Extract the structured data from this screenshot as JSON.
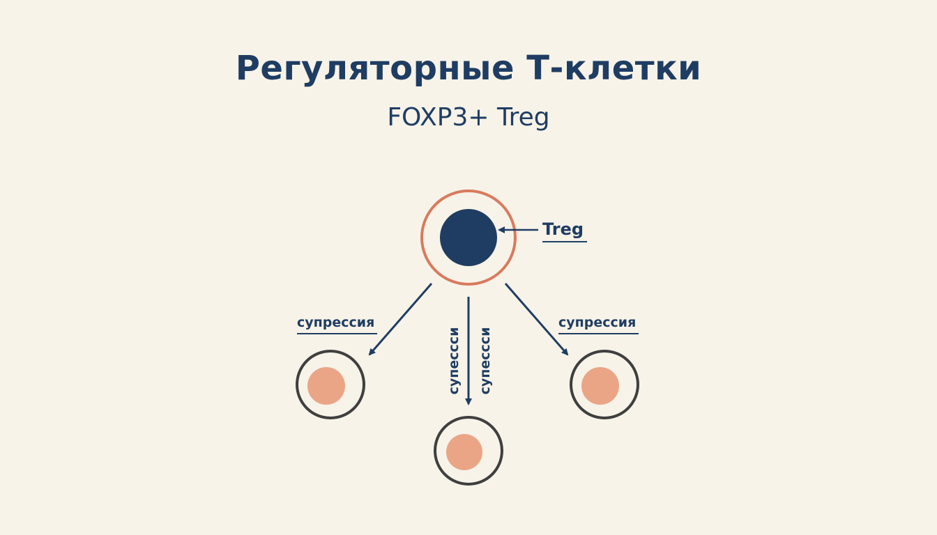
{
  "header": {
    "title": "Регуляторные Т-клетки",
    "subtitle": "FOXP3+ Treg"
  },
  "diagram": {
    "center_cell_label": "Treg",
    "left_edge_label": "супрессия",
    "right_edge_label": "супрессия",
    "middle_edge_label_1": "супесcси",
    "middle_edge_label_2": "супесcси"
  },
  "colors": {
    "background": "#f7f3e8",
    "primary": "#1f3d63",
    "membrane_accent": "#d97a5e",
    "target_nucleus": "#eaa587",
    "target_membrane": "#3f3f3f"
  }
}
